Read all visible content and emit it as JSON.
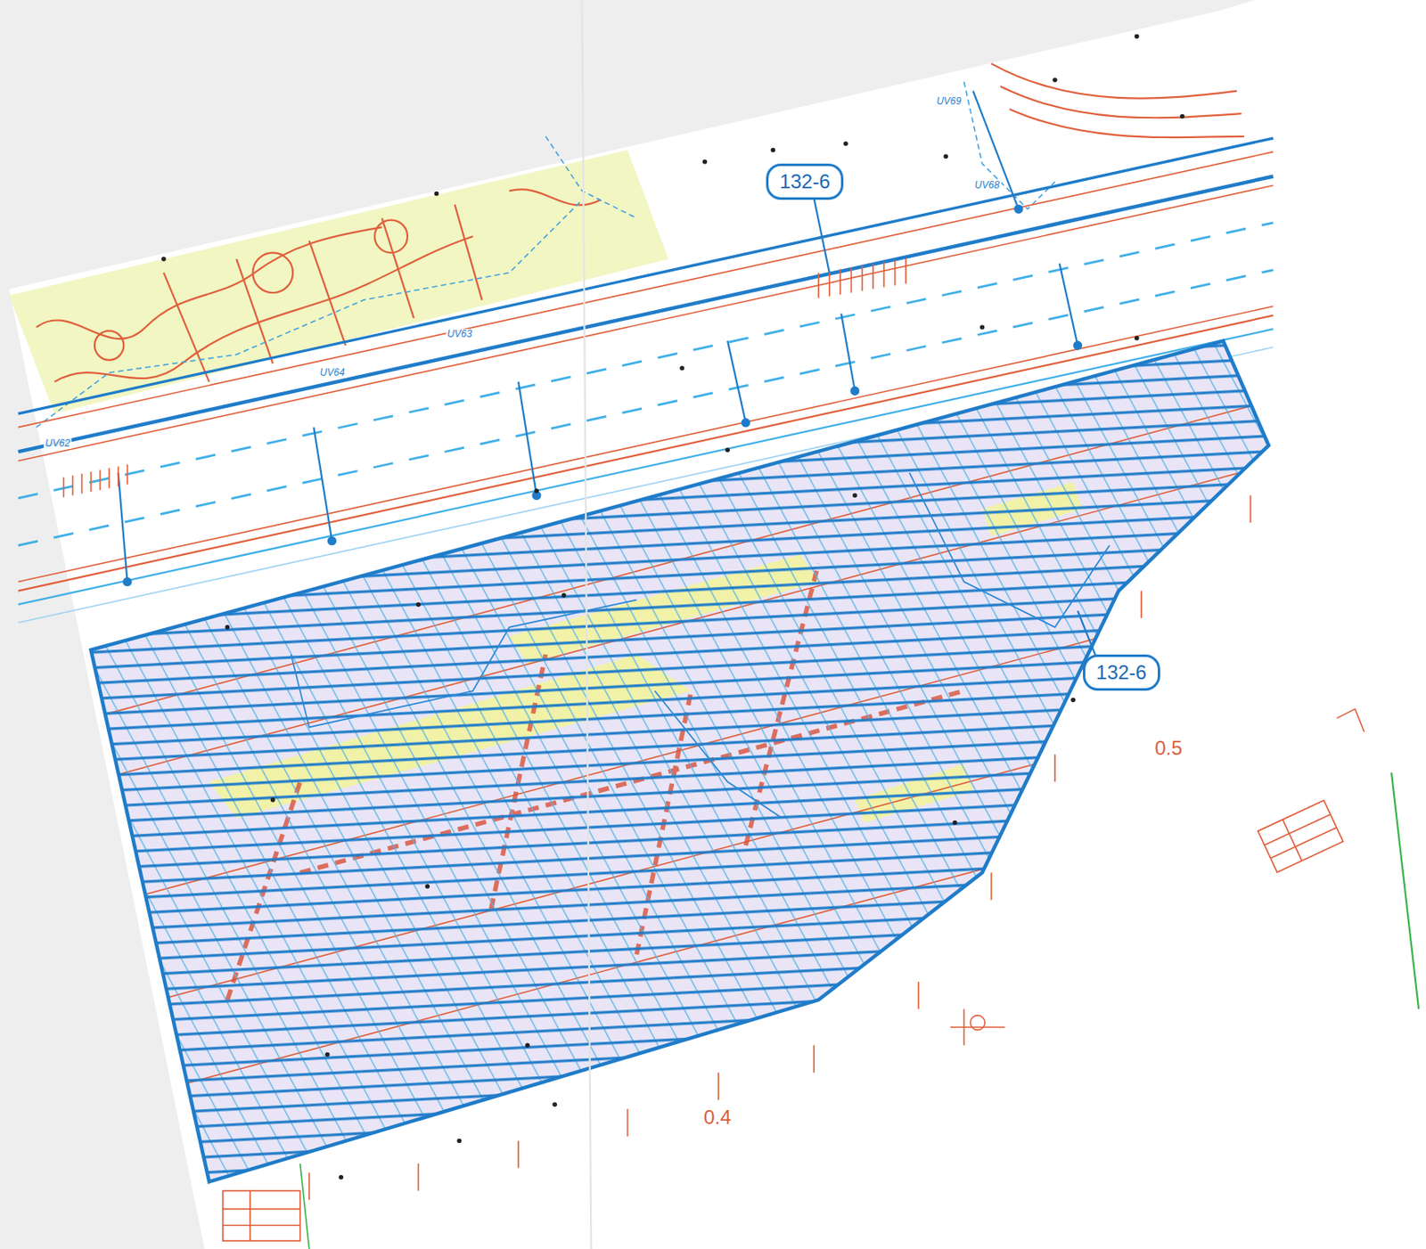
{
  "diagram": {
    "nodes": [
      {
        "text": [
          "132-6"
        ]
      },
      {
        "text": [
          "132-6"
        ]
      }
    ],
    "labels": [
      "0.5",
      "0.4",
      "UV69",
      "UV68",
      "UV64",
      "UV63",
      "UV62"
    ]
  }
}
